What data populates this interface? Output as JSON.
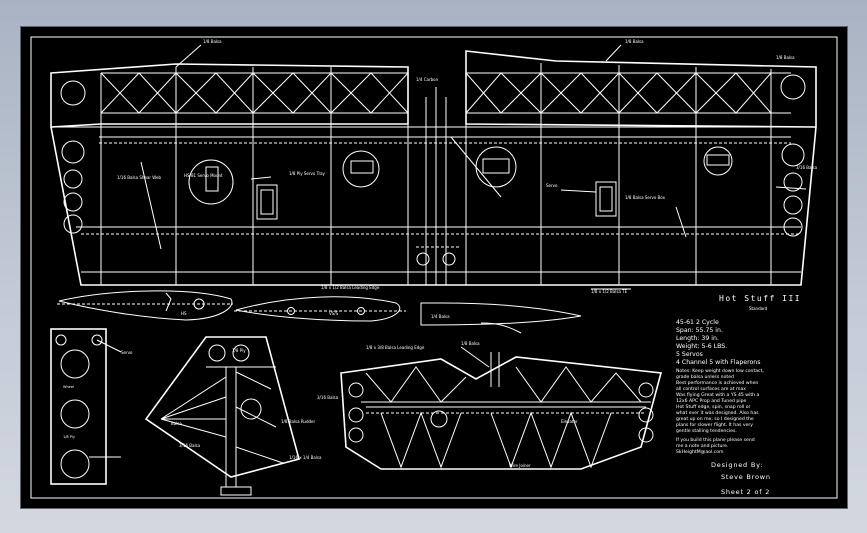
{
  "title_block": {
    "title": "Hot Stuff III",
    "subtitle": "Standard",
    "specs": [
      "45-61 2 Cycle",
      "Span: 55.75 in.",
      "Length: 39 in.",
      "Weight: 5-6 LBS.",
      "5 Servos",
      "4 Channel 5 with Flaperons"
    ],
    "notes": [
      "Notes: Keep weight down low contact,",
      "grade balsa unless noted",
      "Best performance is achieved when",
      "all control surfaces are at max",
      "Was flying Great with a YS 45 with a",
      "12x6 APC Prop and Tuned pipe",
      "Hot Stuff edge, spin, snap roll or",
      "what ever it was designed. Also has",
      "great up on me, so I designed the",
      "plans for slower flight. It has very",
      "gentle stalling tendencies."
    ],
    "build_note": [
      "If you build this plane please send",
      "me a note and picture.",
      "SkHeightM@aol.com"
    ],
    "designed_by_label": "Designed By:",
    "designer": "Steve Brown",
    "sheet": "Sheet 2 of 2"
  },
  "callouts": {
    "wing_left_rib": "1/8 Balsa",
    "wing_right_rib": "1/8 Balsa",
    "center_top": "1/4 Carbon",
    "tip_right": "1/8 Balsa",
    "wing_shear": "1/16 Balsa Shear Web",
    "servo_left": "HS-81 Servo Mount",
    "servo_bay_left": "1/8 Ply Servo Tray",
    "servo_right": "Servo",
    "servo_bay_right": "1/8 Balsa Servo Box",
    "tip_right_lower": "3/16 Balsa",
    "wing_te": "1/8 x 1/2 Balsa TE",
    "center_le": "1/8 x 1/2 Balsa Leading Edge",
    "airfoil_a": "HS",
    "airfoil_b": "VS/S",
    "airfoil_c": "1/4 Balsa",
    "fin_block": "1/8 Ply",
    "fin_top": "Balsa",
    "fin_core": "3/16 Balsa",
    "fin_rudder": "1/8 Balsa Rudder",
    "fin_hinge": "1/16 x 1/4 Balsa",
    "stab_le": "1/8 x 3/8 Balsa Leading Edge",
    "stab_tip": "3/16 Balsa",
    "stab_elev": "Elevator",
    "stab_joiner": "Wire Joiner",
    "stab_center": "1/8 Balsa",
    "plate_label": "Servo",
    "plate_a": "Wheel",
    "plate_b": "1/8 Ply"
  }
}
